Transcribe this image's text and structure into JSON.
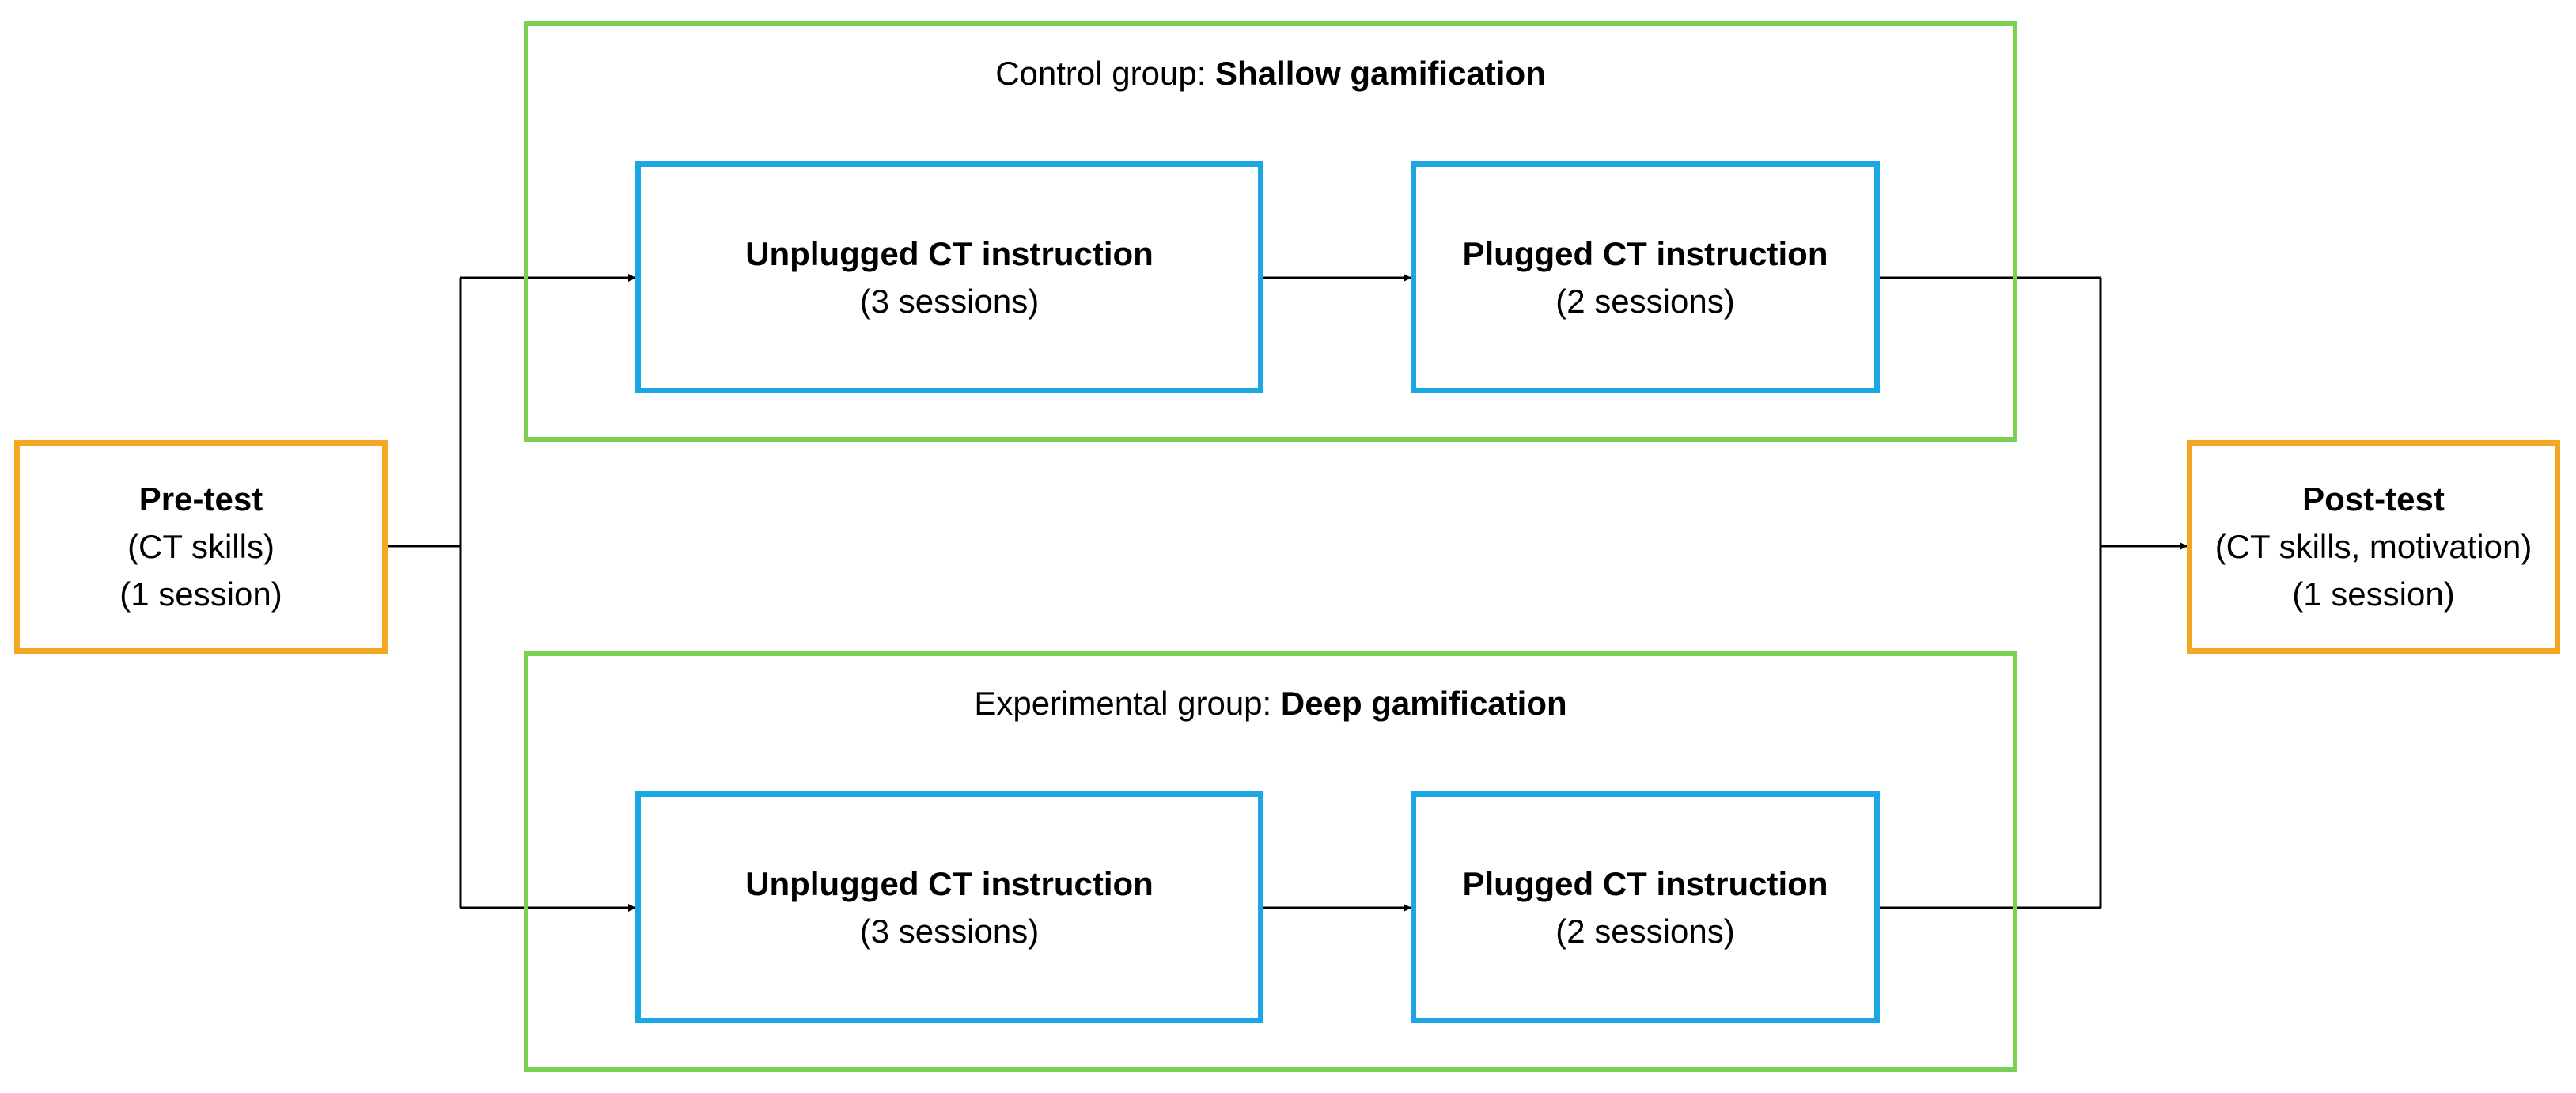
{
  "pretest": {
    "title": "Pre-test",
    "line1": "(CT skills)",
    "line2": "(1 session)"
  },
  "posttest": {
    "title": "Post-test",
    "line1": "(CT skills, motivation)",
    "line2": "(1 session)"
  },
  "control_group": {
    "prefix": "Control group: ",
    "name": "Shallow gamification",
    "step1": {
      "title": "Unplugged CT instruction",
      "sessions": "(3 sessions)"
    },
    "step2": {
      "title": "Plugged CT instruction",
      "sessions": "(2 sessions)"
    }
  },
  "experimental_group": {
    "prefix": "Experimental group: ",
    "name": "Deep gamification",
    "step1": {
      "title": "Unplugged CT instruction",
      "sessions": "(3 sessions)"
    },
    "step2": {
      "title": "Plugged CT instruction",
      "sessions": "(2 sessions)"
    }
  },
  "colors": {
    "test_border": "#f5a623",
    "group_border": "#7bd054",
    "step_border": "#1aa7e3",
    "connector": "#000000"
  }
}
